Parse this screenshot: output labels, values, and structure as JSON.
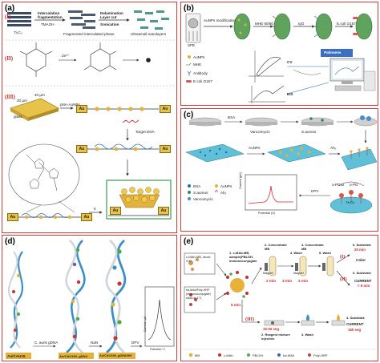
{
  "panel_a": {
    "label": "(a)",
    "roman": [
      "(I)",
      "(II)",
      "(III)"
    ],
    "step_intercalation": "Intercalation",
    "step_fragmentation": "fragmentation",
    "step_tmaoh": "TMAOH",
    "step_delamination": "Delamination",
    "step_layer_cut": "Layer cut",
    "step_sonication": "Sonication",
    "ti3c2": "Ti₃C₂",
    "fragmented": "Fragmented intercalated phase",
    "ultrasmall": "Ultrasmall nanolayers",
    "zn": "Zn²⁺",
    "au": "Au",
    "glass": "glass",
    "dim1": "20 µm",
    "dim2": "40 µm",
    "pna": "pNA-AuNPs",
    "target": "Target DNA",
    "num": "6"
  },
  "panel_b": {
    "label": "(b)",
    "spe": "SPE",
    "aunps_mod": "AuNPs modification",
    "mhe": "MHE 60/80",
    "igg": "IgG",
    "ecoli": "E.coli O157",
    "legend": [
      "AuNPs",
      "MHE",
      "Antibody",
      "E.coli O157"
    ],
    "cv": "CV",
    "eis": "EIS",
    "palmsens": "Palmsens"
  },
  "panel_c": {
    "label": "(c)",
    "bsa": "BSA",
    "vanco": "Vancomycin",
    "saureus": "S.aureus",
    "aunps": "AuNPs",
    "ab2": "Ab₂",
    "dpv": "DPV",
    "opd": "o-PD",
    "opdox": "o-PDox",
    "h2o2": "H₂O₂",
    "legend": [
      "BSA",
      "AuNPs",
      "S.aureus",
      "Ab₂",
      "Vancomycin"
    ],
    "ylabel": "Current (µA)",
    "xlabel": "Potential (V)"
  },
  "panel_d": {
    "label": "(d)",
    "c1": "Au/CAU15",
    "c2": "Au/CAU15/L.gDNA",
    "c3": "Au/CAU15/L.gDNA/HN",
    "a1": "C. auris gDNA",
    "a2": "NaN",
    "a3": "DPV",
    "ylabel": "Current / µA",
    "xlabel": "Potential / V"
  },
  "panel_e": {
    "label": "(e)",
    "s1": "1. c-MAb-MB, sample(PBLDH, immunoconjugate",
    "s2": "2. Concentrate MB",
    "s3": "3. Wash",
    "s4": "4. Concentrate MB",
    "s5": "5. Wash",
    "s6": "6. Substrate",
    "s6b": "20 min",
    "color": "Color",
    "s6c": "6. Substrate",
    "current": "CURRENT",
    "lt6": "< 6 min",
    "box1": "c-MAb-MB, stock 4°C",
    "box2": "bd-MAb/Poly-HRP (immunoconjugate) stock at 4°C",
    "t5": "5 min",
    "t2a": "2 min",
    "t3": "3 min",
    "t2b": "2 min",
    "magnet1": "Magnet",
    "magnet2": "Magnet",
    "r_i": "(I)",
    "r_ii": "(II)",
    "r_iii": "(III)",
    "t1530": "15-30 seg",
    "s2b": "2. Reagent mixture injection",
    "s3b": "3. Wash",
    "s4b": "4. Substrate",
    "currb": "CURRENT",
    "seg": "150 seg",
    "legend": [
      "MB",
      "c-MAb",
      "PBLDH",
      "bd-MAb",
      "Poly-HRP"
    ]
  },
  "colors": {
    "border": "#d93a3a",
    "gold": "#e8c34a",
    "red_accent": "#d22222",
    "dna_blue": "#3a8fc4"
  }
}
